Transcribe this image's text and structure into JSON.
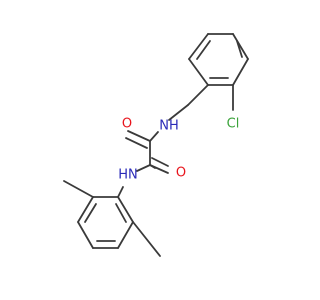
{
  "molecule": {
    "atoms": [
      {
        "symbol": "O",
        "color": "#e8141c"
      },
      {
        "symbol": "O",
        "color": "#e8141c"
      },
      {
        "symbol": "NH",
        "color": "#2a2ab8"
      },
      {
        "symbol": "HN",
        "color": "#2a2ab8"
      },
      {
        "symbol": "Cl",
        "color": "#3aa33a"
      }
    ],
    "bond_color": "#3a3a3a"
  }
}
